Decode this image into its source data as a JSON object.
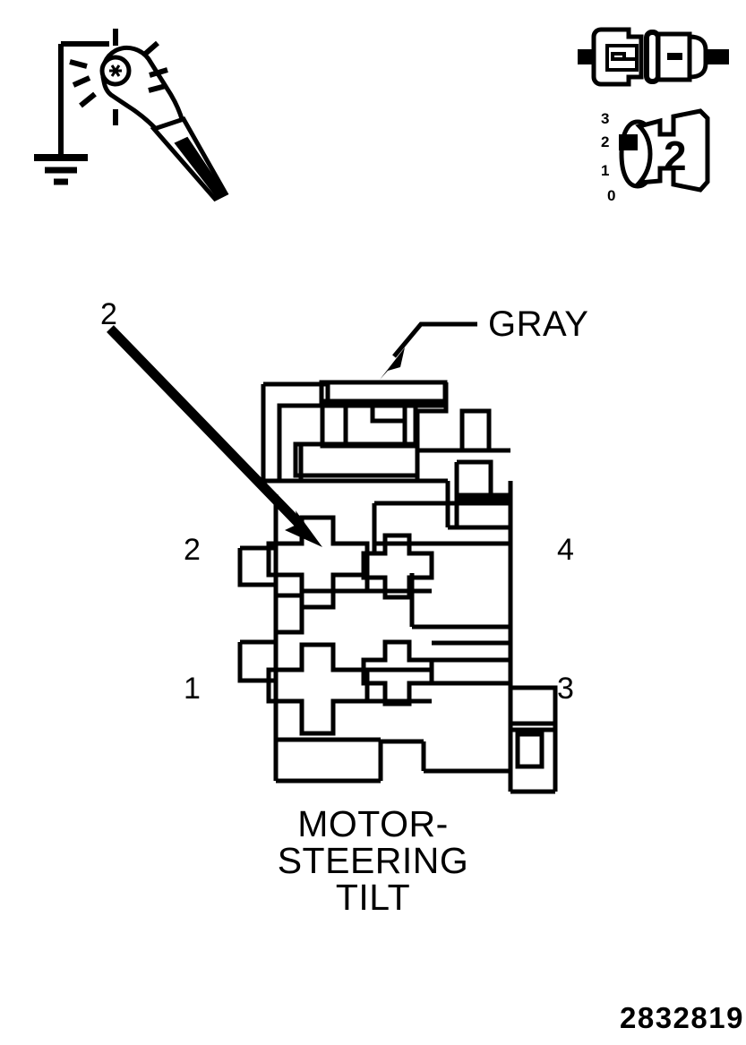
{
  "document": {
    "type": "wiring-connector-diagram",
    "part_number": "2832819",
    "background_color": "#FFFFFF",
    "line_color": "#000000"
  },
  "test_light": {
    "name": "test-light-probe",
    "description": "grounded test light with illuminated bulb and pointed probe tip",
    "ground_symbol": "earth-ground"
  },
  "connector_icon": {
    "name": "connector-mating-pair",
    "description": "two-piece electrical connector shown mated with wire leads"
  },
  "connector_scale": {
    "name": "connector-position-scale",
    "ticks": [
      "3",
      "2",
      "1",
      "0"
    ],
    "selected_position": "2",
    "body_number": "2"
  },
  "callouts": {
    "probe_point": {
      "label": "2",
      "description": "arrow from callout 2 to cavity 2 of connector"
    },
    "wire_color": {
      "label": "GRAY",
      "description": "leader line pointing to gray wire at top of connector"
    }
  },
  "connector_pins": {
    "top_left": "2",
    "bottom_left": "1",
    "top_right": "4",
    "bottom_right": "3"
  },
  "caption": {
    "lines": [
      "MOTOR-",
      "STEERING",
      "TILT"
    ],
    "line1": "MOTOR-",
    "line2": "STEERING",
    "line3": "TILT"
  }
}
